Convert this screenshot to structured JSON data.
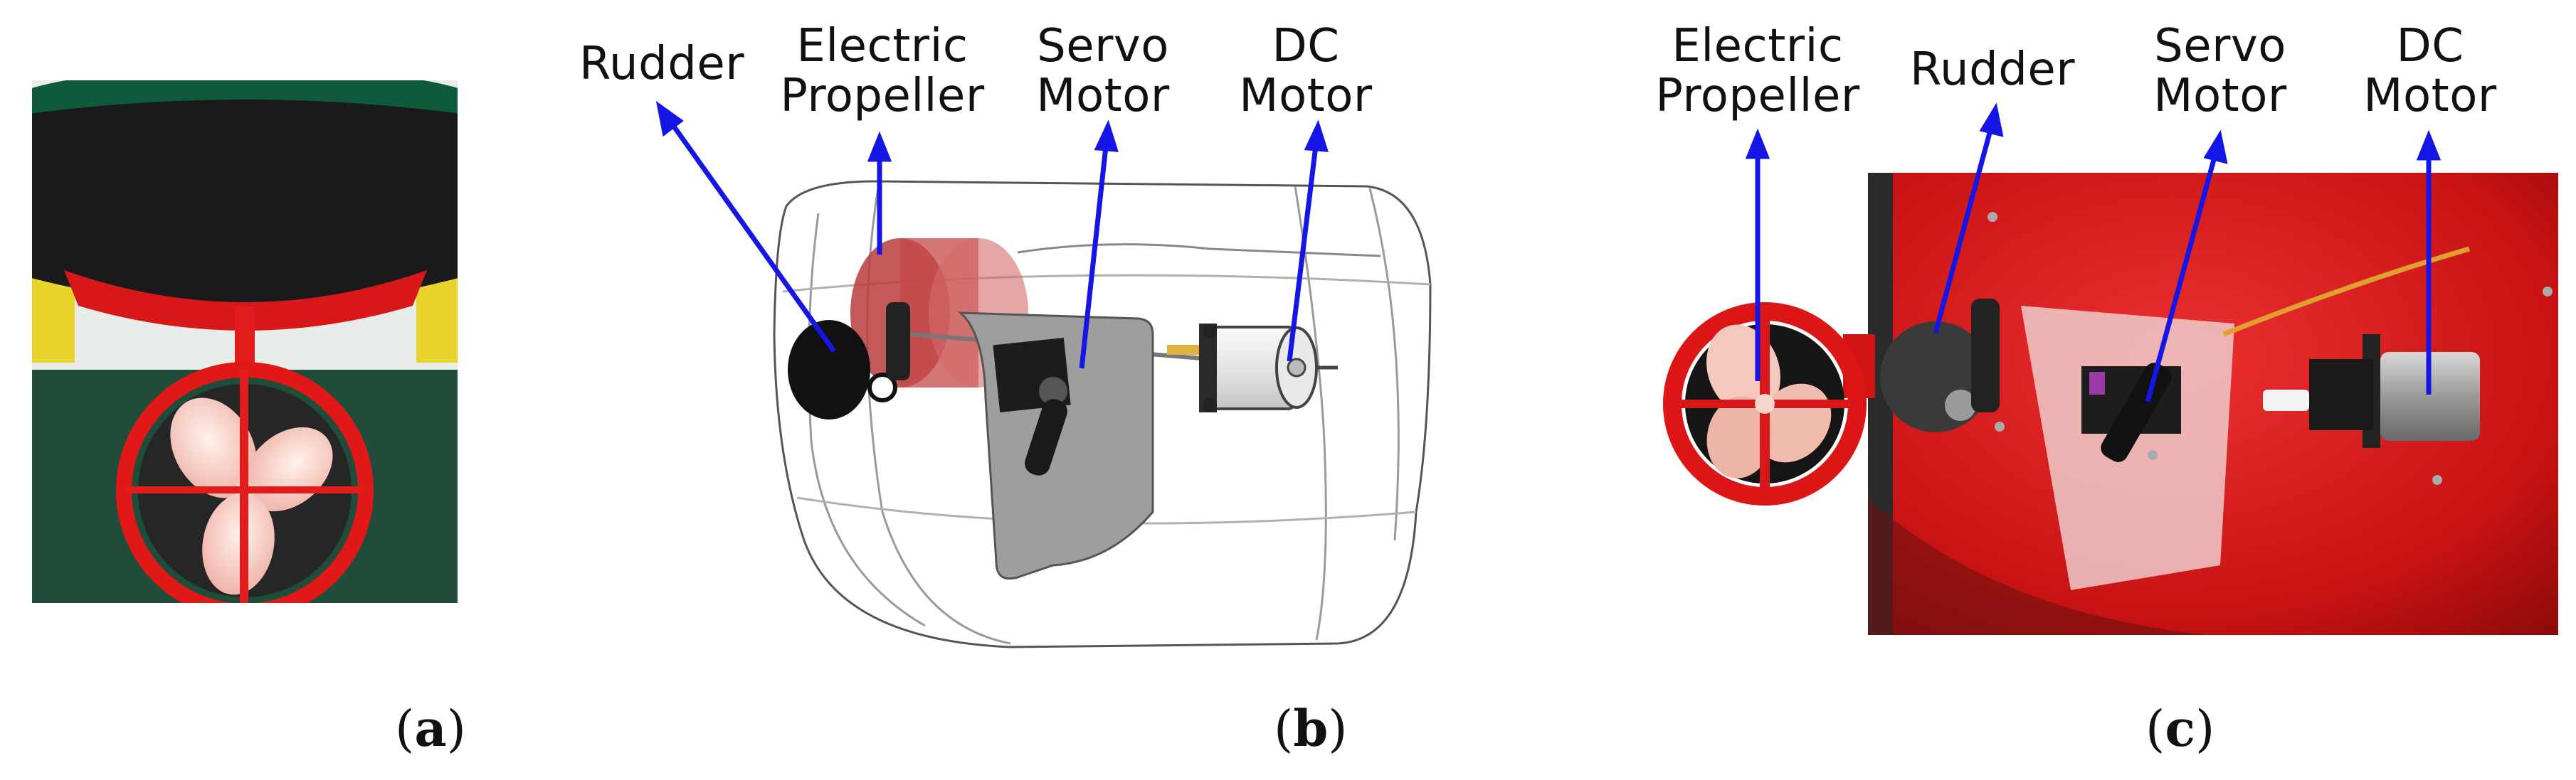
{
  "panels": {
    "a": {
      "caption_open": "(",
      "caption_letter": "a",
      "caption_close": ")"
    },
    "b": {
      "caption_open": "(",
      "caption_letter": "b",
      "caption_close": ")",
      "labels": {
        "rudder": "Rudder",
        "propeller": "Electric\nPropeller",
        "servo": "Servo\nMotor",
        "dc": "DC\nMotor"
      }
    },
    "c": {
      "caption_open": "(",
      "caption_letter": "c",
      "caption_close": ")",
      "labels": {
        "propeller": "Electric\nPropeller",
        "rudder": "Rudder",
        "servo": "Servo\nMotor",
        "dc": "DC\nMotor"
      }
    }
  },
  "colors": {
    "arrow": "#1515e6",
    "hull_red": "#d81818",
    "deck_green": "#0f5a3a",
    "floor_green": "#1f4d3a",
    "sky_white": "#f4f4f4"
  }
}
